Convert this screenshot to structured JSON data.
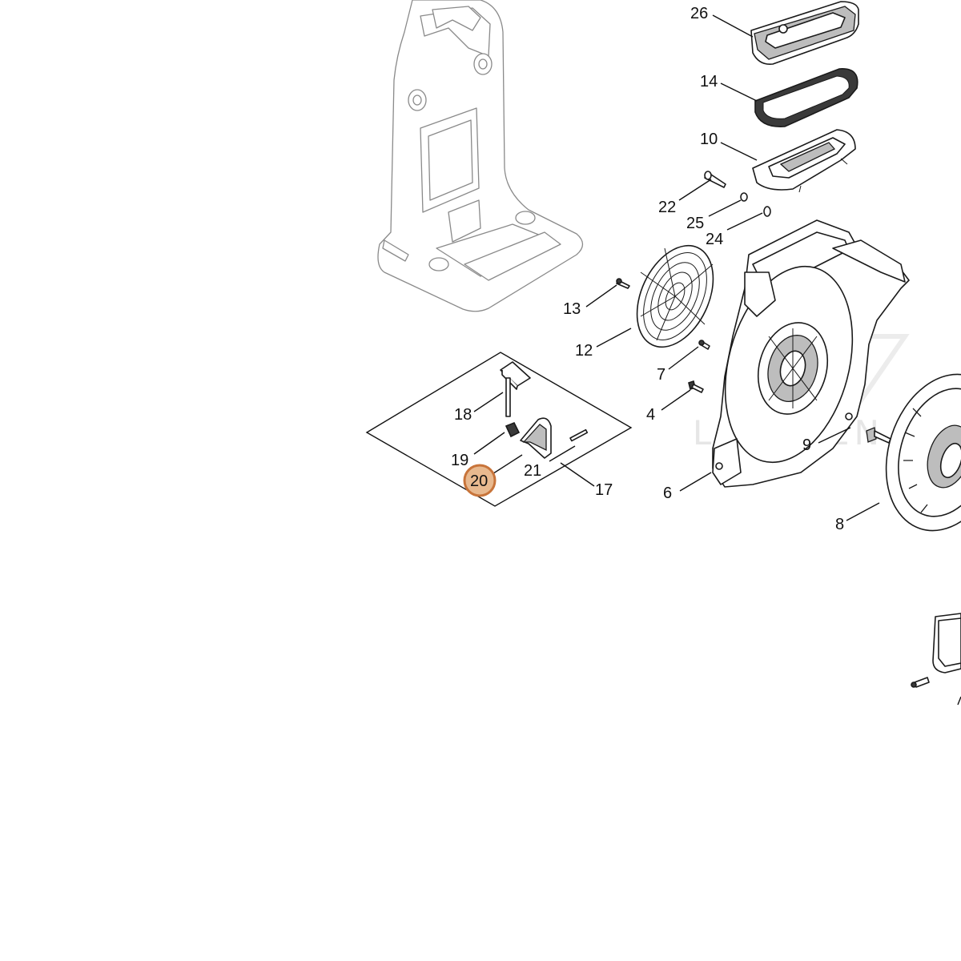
{
  "watermark": {
    "text": "LEADVEN"
  },
  "highlight": {
    "part": "20",
    "color": "#e8b98f",
    "border": "#c8743a"
  },
  "callouts": [
    {
      "id": "26",
      "label": "26"
    },
    {
      "id": "14",
      "label": "14"
    },
    {
      "id": "10",
      "label": "10"
    },
    {
      "id": "22",
      "label": "22"
    },
    {
      "id": "25",
      "label": "25"
    },
    {
      "id": "24",
      "label": "24"
    },
    {
      "id": "13",
      "label": "13"
    },
    {
      "id": "12",
      "label": "12"
    },
    {
      "id": "7",
      "label": "7"
    },
    {
      "id": "4",
      "label": "4"
    },
    {
      "id": "18",
      "label": "18"
    },
    {
      "id": "19",
      "label": "19"
    },
    {
      "id": "20",
      "label": "20"
    },
    {
      "id": "21",
      "label": "21"
    },
    {
      "id": "17",
      "label": "17"
    },
    {
      "id": "6",
      "label": "6"
    },
    {
      "id": "9",
      "label": "9"
    },
    {
      "id": "8",
      "label": "8"
    }
  ]
}
